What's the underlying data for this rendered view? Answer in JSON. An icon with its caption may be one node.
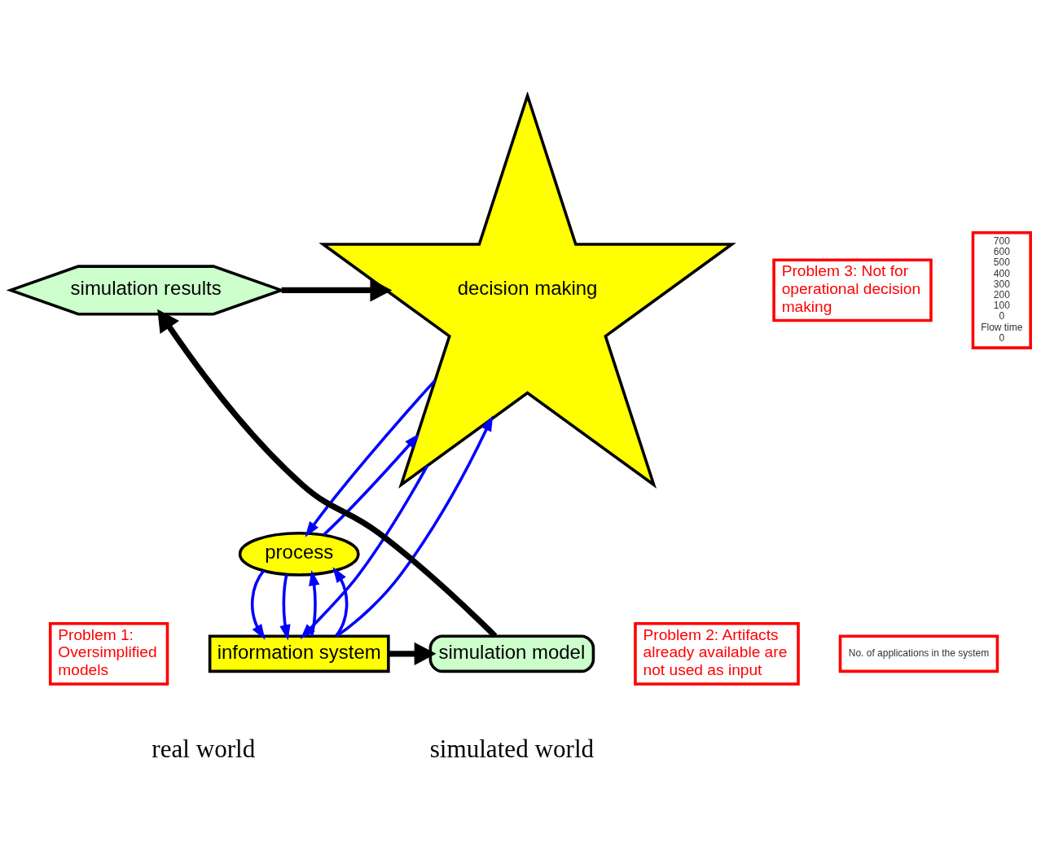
{
  "diagram": {
    "nodes": [
      {
        "text": [
          "decision making"
        ]
      },
      {
        "text": [
          "process"
        ]
      },
      {
        "text": [
          "information system"
        ]
      },
      {
        "text": [
          "simulation model"
        ]
      },
      {
        "text": [
          "simulation results"
        ]
      },
      {
        "text": [
          "Problem 1: Oversimplified models"
        ]
      },
      {
        "text": [
          "Problem 2: Artifacts already available are not used as input"
        ]
      },
      {
        "text": [
          "Problem 3: Not for operational decision making"
        ]
      },
      {
        "text": [
          "700",
          "600",
          "500",
          "400",
          "300",
          "200",
          "100",
          "0",
          "Flow time",
          "0"
        ]
      },
      {
        "text": [
          "No. of applications in the system"
        ]
      }
    ],
    "edges": [
      {
        "from": 0,
        "to": 2,
        "arrow": "to"
      },
      {
        "from": 0,
        "to": 1,
        "arrow": "to"
      },
      {
        "from": 1,
        "to": 0,
        "arrow": "to"
      },
      {
        "from": 2,
        "to": 0,
        "arrow": "to"
      },
      {
        "from": 1,
        "to": 2,
        "arrow": "to"
      },
      {
        "from": 1,
        "to": 2,
        "arrow": "to"
      },
      {
        "from": 2,
        "to": 1,
        "arrow": "to"
      },
      {
        "from": 2,
        "to": 1,
        "arrow": "to"
      },
      {
        "from": 2,
        "to": 3,
        "arrow": "to",
        "style": "thick",
        "color": "#000000"
      },
      {
        "from": 3,
        "to": 4,
        "arrow": "to",
        "style": "thick",
        "color": "#000000"
      },
      {
        "from": 4,
        "to": 0,
        "arrow": "to",
        "style": "thick",
        "color": "#000000"
      }
    ],
    "labels": [
      "real world",
      "simulated world"
    ]
  }
}
